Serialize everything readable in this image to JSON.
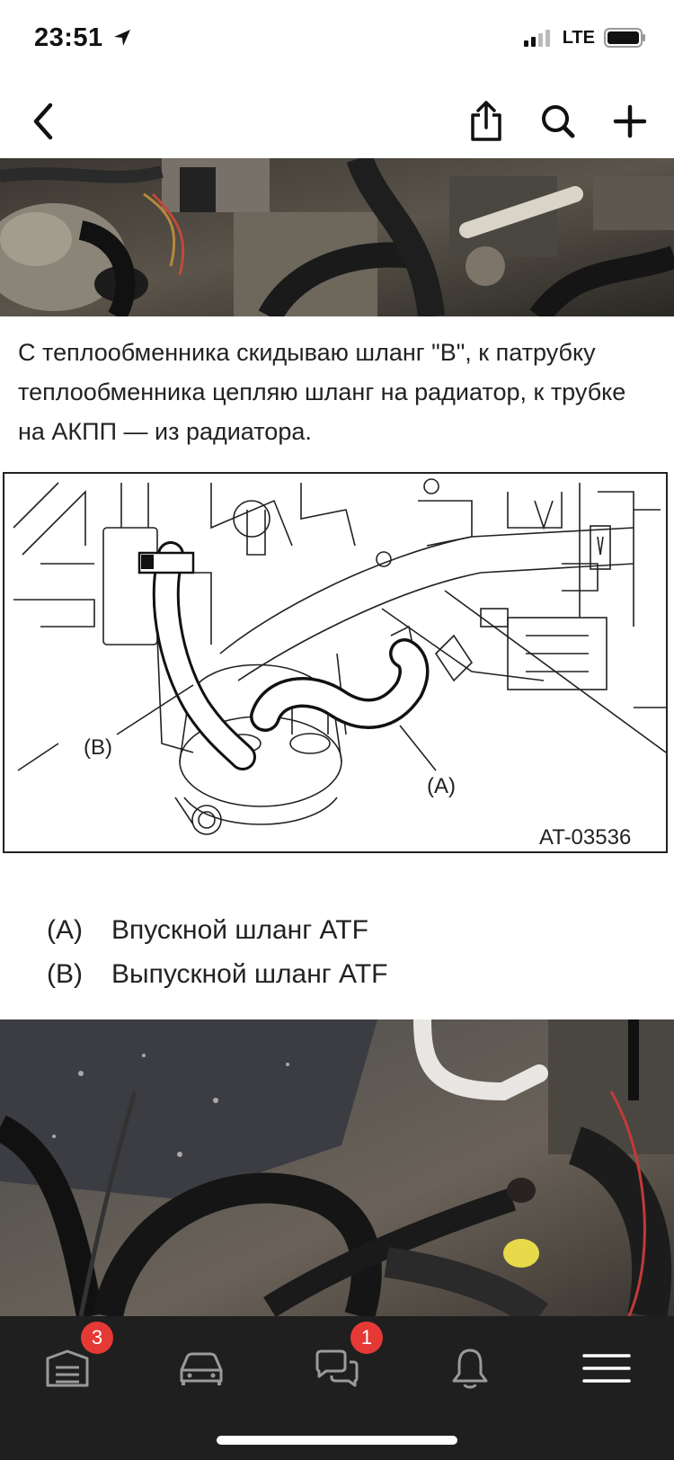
{
  "status": {
    "time": "23:51",
    "network": "LTE"
  },
  "nav": {
    "icons": [
      "back-chevron-icon",
      "share-icon",
      "search-icon",
      "plus-icon"
    ]
  },
  "post": {
    "text": "С теплообменника скидываю шланг \"B\", к патрубку теплообменника цепляю шланг на радиатор, к трубке на АКПП — из радиатора."
  },
  "diagram": {
    "label_a": "(A)",
    "label_b": "(B)",
    "code": "AT-03536"
  },
  "legend": [
    {
      "key": "(A)",
      "text": "Впускной шланг ATF"
    },
    {
      "key": "(B)",
      "text": "Выпускной шланг ATF"
    }
  ],
  "tabbar": {
    "items": [
      {
        "icon": "garage-icon",
        "badge": "3"
      },
      {
        "icon": "car-icon",
        "badge": ""
      },
      {
        "icon": "chat-icon",
        "badge": "1"
      },
      {
        "icon": "bell-icon",
        "badge": ""
      },
      {
        "icon": "menu-icon",
        "badge": ""
      }
    ],
    "background": "#1f1f1f",
    "badge_color": "#e53935"
  }
}
